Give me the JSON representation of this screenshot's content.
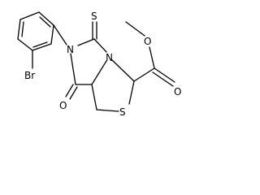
{
  "molecule": {
    "atoms": {
      "br": "Br",
      "n1": "N",
      "n2": "N",
      "s_thioxo": "S",
      "s_ring": "S",
      "o_ketone": "O",
      "o_carbonyl": "O",
      "o_ester": "O"
    }
  }
}
